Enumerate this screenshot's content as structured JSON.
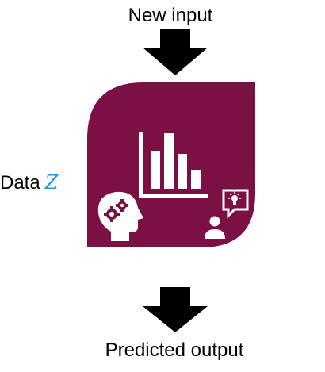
{
  "labels": {
    "new_input": "New input",
    "data_prefix": "Data",
    "data_variable": "Z",
    "predicted_output": "Predicted output"
  },
  "colors": {
    "block_fill": "#7a1044",
    "arrow_fill": "#000000",
    "variable_color": "#1f9bdc",
    "icon_color": "#ffffff"
  },
  "icons": {
    "top_arrow": "down-arrow",
    "bottom_arrow": "down-arrow",
    "chart": "bar-chart-icon",
    "head": "head-gears-icon",
    "idea": "person-idea-icon"
  }
}
